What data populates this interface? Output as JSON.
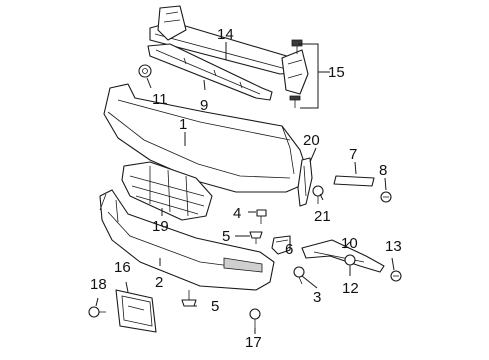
{
  "diagram": {
    "callouts": [
      {
        "id": "c1",
        "label": "1"
      },
      {
        "id": "c2",
        "label": "2"
      },
      {
        "id": "c3",
        "label": "3"
      },
      {
        "id": "c4",
        "label": "4"
      },
      {
        "id": "c5a",
        "label": "5"
      },
      {
        "id": "c5b",
        "label": "5"
      },
      {
        "id": "c6",
        "label": "6"
      },
      {
        "id": "c7",
        "label": "7"
      },
      {
        "id": "c8",
        "label": "8"
      },
      {
        "id": "c9",
        "label": "9"
      },
      {
        "id": "c10",
        "label": "10"
      },
      {
        "id": "c11",
        "label": "11"
      },
      {
        "id": "c12",
        "label": "12"
      },
      {
        "id": "c13",
        "label": "13"
      },
      {
        "id": "c14",
        "label": "14"
      },
      {
        "id": "c15",
        "label": "15"
      },
      {
        "id": "c16",
        "label": "16"
      },
      {
        "id": "c17",
        "label": "17"
      },
      {
        "id": "c18",
        "label": "18"
      },
      {
        "id": "c19",
        "label": "19"
      },
      {
        "id": "c20",
        "label": "20"
      },
      {
        "id": "c21",
        "label": "21"
      }
    ]
  }
}
